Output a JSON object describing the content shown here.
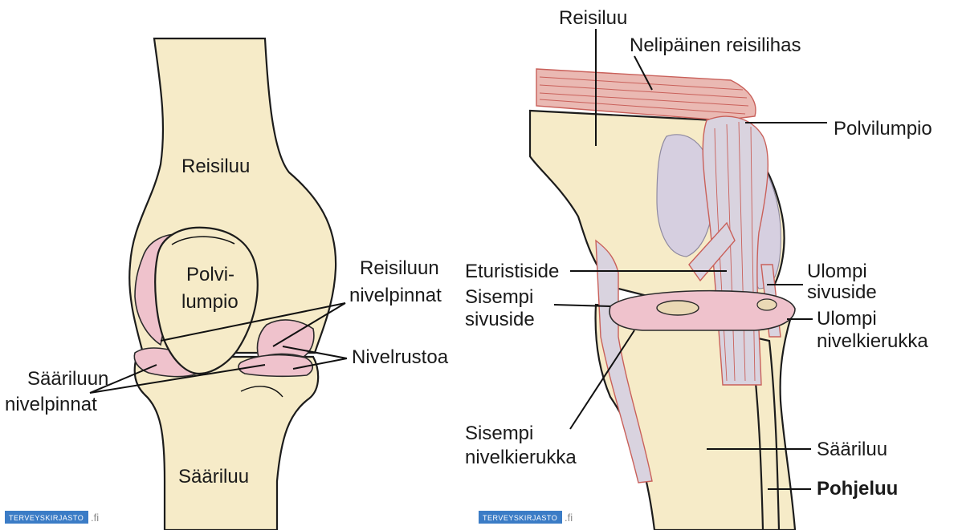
{
  "left_diagram": {
    "labels": {
      "femur": "Reisiluu",
      "patella_line1": "Polvi-",
      "patella_line2": "lumpio",
      "femur_surfaces_line1": "Reisiluun",
      "femur_surfaces_line2": "nivelpinnat",
      "cartilage": "Nivelrustoa",
      "tibia_surfaces_line1": "Sääriluun",
      "tibia_surfaces_line2": "nivelpinnat",
      "tibia": "Sääriluu"
    },
    "logo": {
      "text": "TERVEYSKIRJASTO",
      "suffix": ".fi"
    }
  },
  "right_diagram": {
    "labels": {
      "femur": "Reisiluu",
      "quadriceps": "Nelipäinen reisilihas",
      "patella": "Polvilumpio",
      "acl": "Eturistiside",
      "mcl_line1": "Sisempi",
      "mcl_line2": "sivuside",
      "lcl_line1": "Ulompi",
      "lcl_line2": "sivuside",
      "lat_meniscus_line1": "Ulompi",
      "lat_meniscus_line2": "nivelkierukka",
      "med_meniscus_line1": "Sisempi",
      "med_meniscus_line2": "nivelkierukka",
      "tibia": "Sääriluu",
      "fibula": "Pohjeluu"
    },
    "logo": {
      "text": "TERVEYSKIRJASTO",
      "suffix": ".fi"
    }
  },
  "colors": {
    "bone": "#f6ebc8",
    "cartilage": "#efc2cc",
    "ligament": "#d9d3df",
    "muscle": "#eab9b3",
    "logo": "#3b7cc6"
  }
}
